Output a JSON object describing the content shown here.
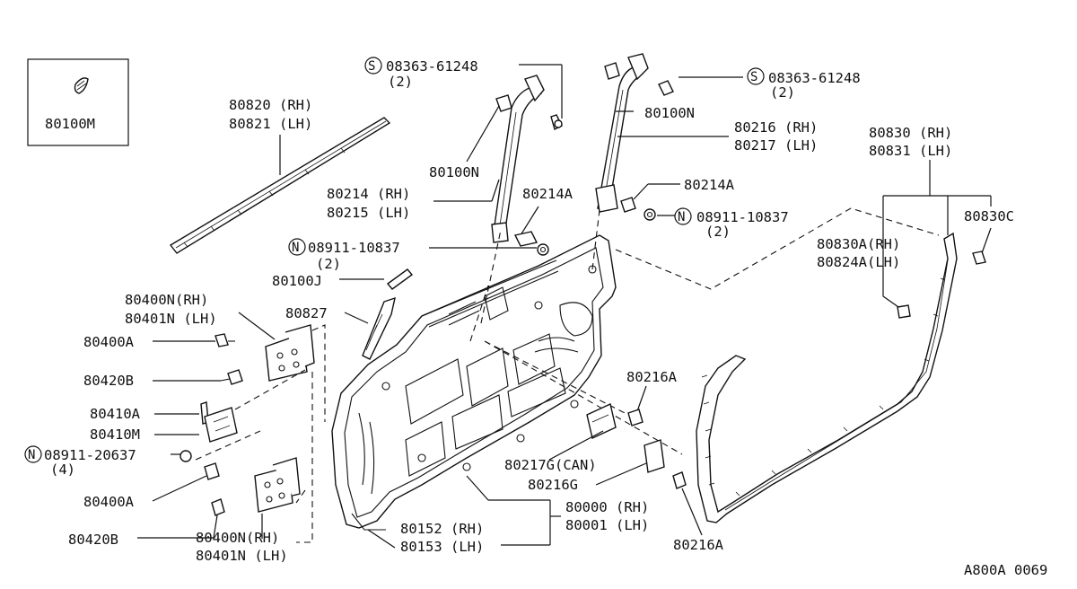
{
  "diagram_code": "A800A 0069",
  "callouts": {
    "inset": "80100M",
    "p80820": "80820 (RH)",
    "p80821": "80821 (LH)",
    "screw_left": "08363-61248",
    "screw_left_qty": "(2)",
    "p80100N_left": "80100N",
    "p80214": "80214 (RH)",
    "p80215": "80215 (LH)",
    "p80214A_left": "80214A",
    "nut_mid": "08911-10837",
    "nut_mid_qty": "(2)",
    "p80100J": "80100J",
    "p80827": "80827",
    "p80400N_top": "80400N(RH)",
    "p80401N_top": "80401N (LH)",
    "p80400A_top": "80400A",
    "p80420B_top": "80420B",
    "p80410A": "80410A",
    "p80410M": "80410M",
    "nut_hinge": "08911-20637",
    "nut_hinge_qty": "(4)",
    "p80400A_bot": "80400A",
    "p80420B_bot": "80420B",
    "p80400N_bot": "80400N(RH)",
    "p80401N_bot": "80401N (LH)",
    "p80152": "80152 (RH)",
    "p80153": "80153 (LH)",
    "p80000": "80000 (RH)",
    "p80001": "80001 (LH)",
    "screw_right": "08363-61248",
    "screw_right_qty": "(2)",
    "p80100N_right": "80100N",
    "p80216": "80216 (RH)",
    "p80217": "80217 (LH)",
    "p80214A_right": "80214A",
    "nut_right": "08911-10837",
    "nut_right_qty": "(2)",
    "p80830": "80830 (RH)",
    "p80831": "80831 (LH)",
    "p80830C": "80830C",
    "p80830A": "80830A(RH)",
    "p80824A": "80824A(LH)",
    "p80216A_top": "80216A",
    "p80217G": "80217G(CAN)",
    "p80216G": "80216G",
    "p80216A_bot": "80216A"
  },
  "symbols": {
    "s": "S",
    "n": "N"
  }
}
